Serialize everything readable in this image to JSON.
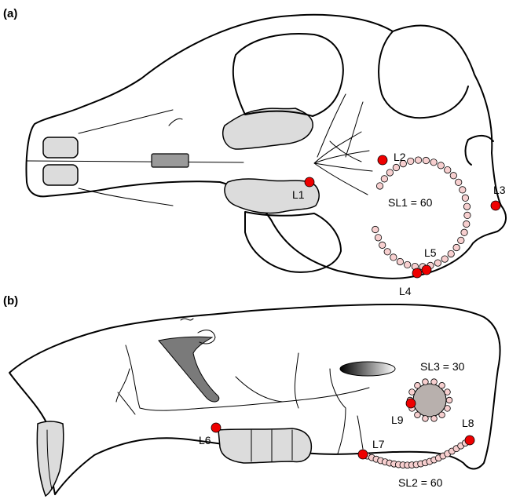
{
  "panels": {
    "a": {
      "label": "(a)"
    },
    "b": {
      "label": "(b)"
    }
  },
  "landmarks": {
    "L1": "L1",
    "L2": "L2",
    "L3": "L3",
    "L4": "L4",
    "L5": "L5",
    "L6": "L6",
    "L7": "L7",
    "L8": "L8",
    "L9": "L9"
  },
  "semilandmark_curves": {
    "SL1": {
      "label": "SL1 = 60"
    },
    "SL2": {
      "label": "SL2 = 60"
    },
    "SL3": {
      "label": "SL3 = 30"
    }
  },
  "colors": {
    "landmark": "#ee0000",
    "semilandmark": "#f7cfcf",
    "bone_fill": "#dcdcdc",
    "outline": "#000000"
  }
}
